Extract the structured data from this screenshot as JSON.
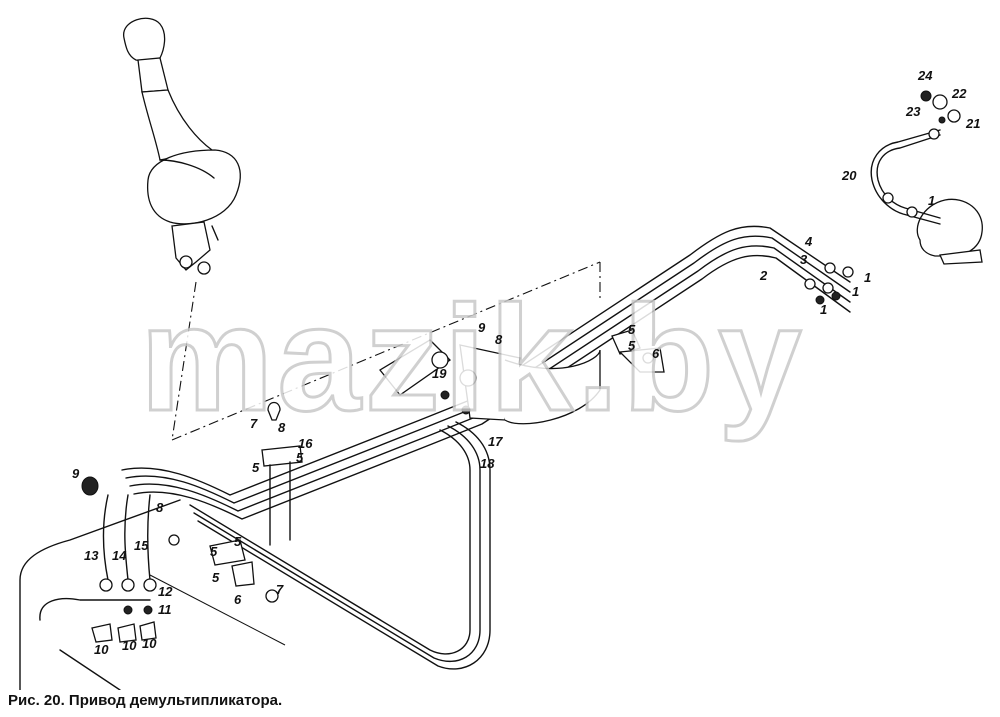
{
  "watermark": "mazik.by",
  "caption": "Рис. 20. Привод демультипликатора.",
  "callouts": [
    "1",
    "2",
    "3",
    "4",
    "5",
    "6",
    "7",
    "8",
    "9",
    "10",
    "11",
    "12",
    "13",
    "14",
    "15",
    "16",
    "17",
    "18",
    "19",
    "20",
    "21",
    "22",
    "23",
    "24"
  ],
  "colors": {
    "ink": "#111111",
    "paper": "#ffffff",
    "watermark_outline": "#c8c8c8"
  }
}
